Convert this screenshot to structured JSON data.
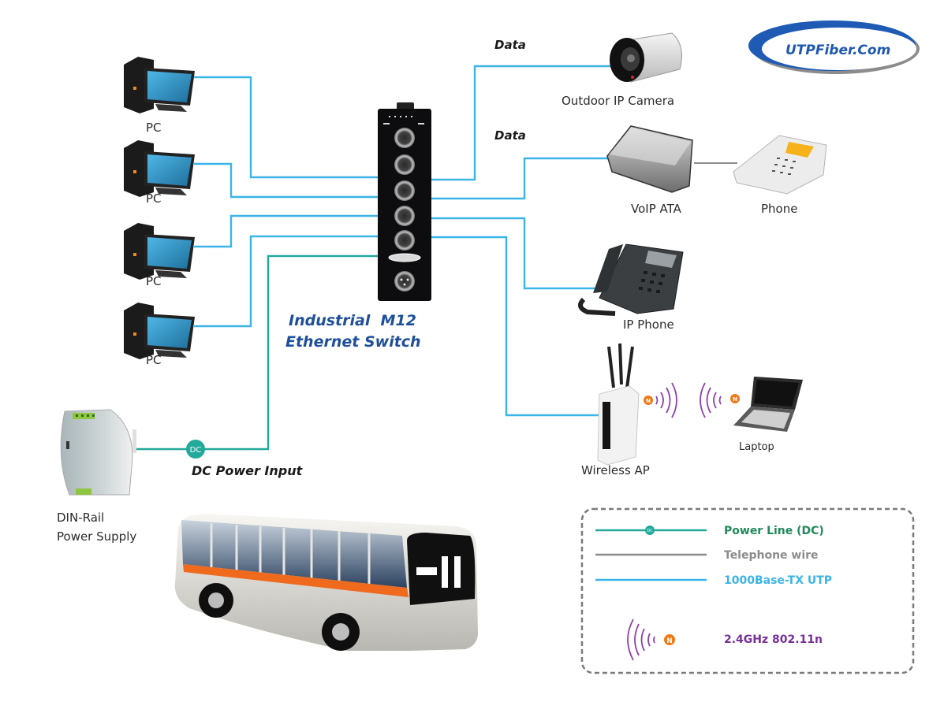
{
  "logo": {
    "text": "UTPFiber.Com"
  },
  "switch": {
    "title_line1": "Industrial  M12",
    "title_line2": "Ethernet Switch",
    "port_count": 5
  },
  "pcs": [
    {
      "label": "PC"
    },
    {
      "label": "PC"
    },
    {
      "label": "PC"
    },
    {
      "label": "PC"
    }
  ],
  "devices": {
    "camera": {
      "label": "Outdoor IP Camera",
      "link_label": "Data"
    },
    "voip_ata": {
      "label": "VoIP ATA",
      "link_label": "Data"
    },
    "phone": {
      "label": "Phone"
    },
    "ip_phone": {
      "label": "IP Phone"
    },
    "wireless_ap": {
      "label": "Wireless AP"
    },
    "laptop": {
      "label": "Laptop"
    },
    "power_supply": {
      "label_line1": "DIN-Rail",
      "label_line2": "Power Supply"
    }
  },
  "power": {
    "badge": "DC",
    "label": "DC Power Input"
  },
  "wireless_badge": "N",
  "legend": {
    "items": [
      {
        "label": "Power Line (DC)",
        "color": "#1f8a5a",
        "type": "power",
        "badge": "DC"
      },
      {
        "label": "Telephone wire",
        "color": "#8c8c8c",
        "type": "telephone"
      },
      {
        "label": "1000Base-TX UTP",
        "color": "#3bb4e8",
        "type": "utp"
      },
      {
        "label": "2.4GHz 802.11n",
        "color": "#7a2f9a",
        "type": "wireless",
        "badge": "N"
      }
    ]
  },
  "colors": {
    "utp": "#3bb4e8",
    "power": "#22a99a",
    "telephone": "#8c8c8c",
    "wireless": "#8e3fae",
    "badge_orange": "#f07a1a",
    "switch_title": "#1e4f9a"
  }
}
